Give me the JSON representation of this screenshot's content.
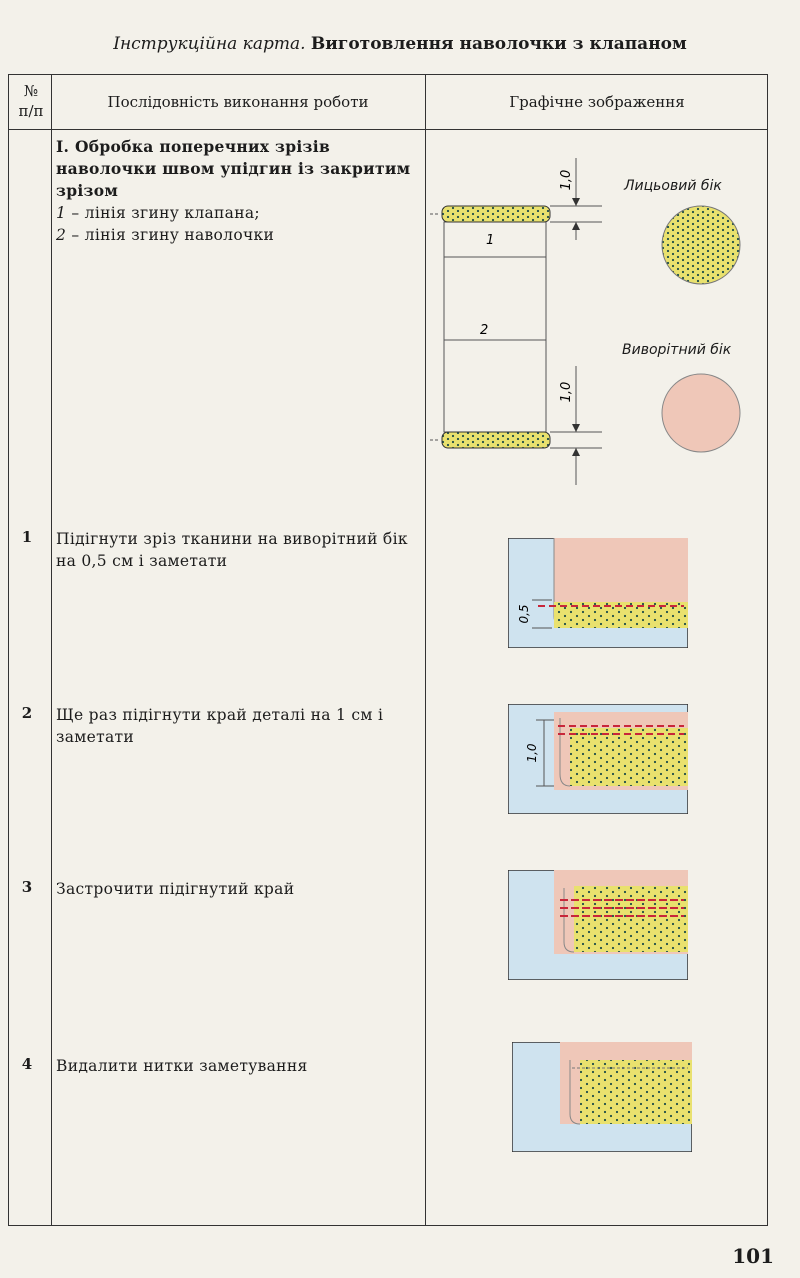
{
  "header": {
    "title_italic": "Інструкційна карта.",
    "title_bold": "Виготовлення наволочки з клапаном"
  },
  "table": {
    "col_num": "№\nп/п",
    "col_steps": "Послідовність виконання роботи",
    "col_graphic": "Графічне зображення"
  },
  "section": {
    "title": "І. Обробка поперечних зрізів наволочки швом упідгин із закритим зрізом",
    "line1_num": "1",
    "line1_text": " – лінія згину клапана;",
    "line2_num": "2",
    "line2_text": " – лінія згину наволочки"
  },
  "figure_main": {
    "dim_top": "1,0",
    "dim_bottom": "1,0",
    "label_1": "1",
    "label_2": "2",
    "face_side": "Лицьовий бік",
    "back_side": "Виворітний бік"
  },
  "steps": [
    {
      "num": "1",
      "text": "Підігнути зріз тканини на виворітний бік на 0,5 см і заметати",
      "dim": "0,5"
    },
    {
      "num": "2",
      "text": "Ще раз підігнути край деталі на 1 см і заметати",
      "dim": "1,0"
    },
    {
      "num": "3",
      "text": "Застрочити підігнутий край"
    },
    {
      "num": "4",
      "text": "Видалити нитки заметування"
    }
  ],
  "colors": {
    "fabric_face": "#e9e16e",
    "fabric_back": "#efc7b8",
    "background_blue": "#cfe3ef",
    "stitch": "#c8263a"
  },
  "page_number": "101"
}
